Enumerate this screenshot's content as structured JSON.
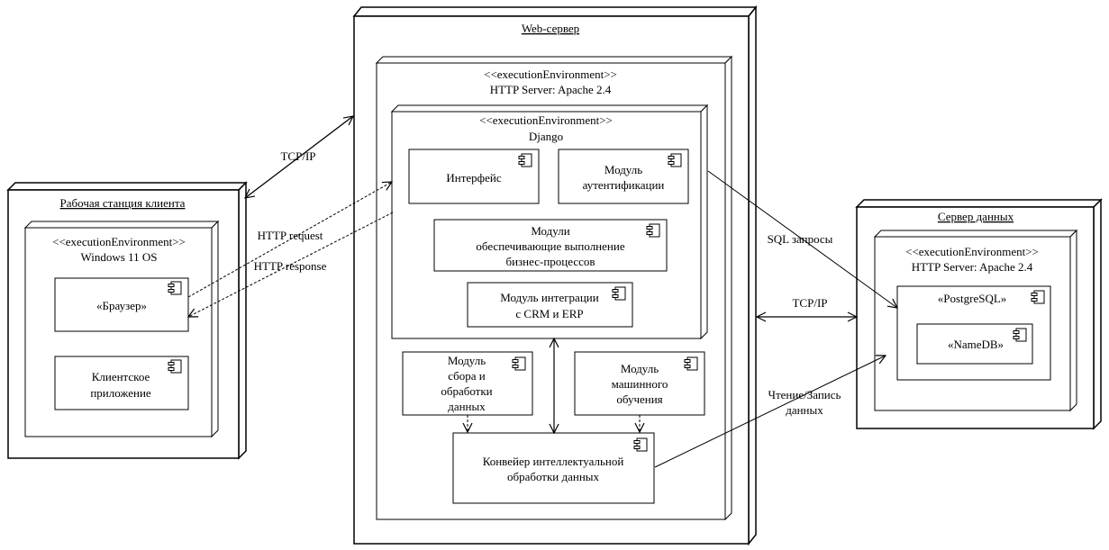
{
  "nodes": {
    "client_station": {
      "title": "Рабочая станция клиента",
      "env": {
        "stereotype": "<<executionEnvironment>>",
        "name": "Windows 11 OS"
      },
      "components": {
        "browser": "«Браузер»",
        "client_app": [
          "Клиентское",
          "приложение"
        ]
      }
    },
    "web_server": {
      "title": "Web-сервер",
      "apache": {
        "stereotype": "<<executionEnvironment>>",
        "name": "HTTP Server: Apache 2.4"
      },
      "django": {
        "stereotype": "<<executionEnvironment>>",
        "name": "Django"
      },
      "components": {
        "interface": "Интерфейс",
        "auth": [
          "Модуль",
          "аутентификации"
        ],
        "business": [
          "Модули",
          "обеспечивающие выполнение",
          "бизнес-процессов"
        ],
        "integration": [
          "Модуль интеграции",
          "с CRM и ERP"
        ],
        "data_collection": [
          "Модуль",
          "сбора и",
          "обработки",
          "данных"
        ],
        "ml": [
          "Модуль",
          "машинного",
          "обучения"
        ],
        "pipeline": [
          "Конвейер интеллектуальной",
          "обработки данных"
        ]
      }
    },
    "data_server": {
      "title": "Сервер данных",
      "env": {
        "stereotype": "<<executionEnvironment>>",
        "name": "HTTP Server: Apache 2.4"
      },
      "components": {
        "postgres": "«PostgreSQL»",
        "namedb": "«NameDB»"
      }
    }
  },
  "connections": {
    "tcp_client": "TCP/IP",
    "http_request": "HTTP request",
    "http_response": "HTTP response",
    "sql": "SQL запросы",
    "tcp_data": "TCP/IP",
    "read_write": [
      "Чтение/Запись",
      "данных"
    ]
  }
}
